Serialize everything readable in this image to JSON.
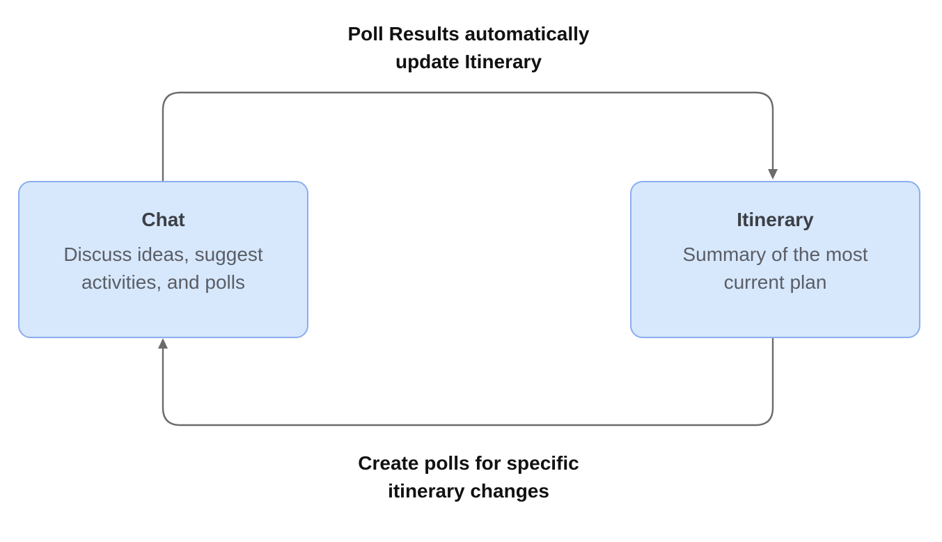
{
  "nodes": {
    "chat": {
      "title": "Chat",
      "description": "Discuss ideas, suggest activities, and polls"
    },
    "itinerary": {
      "title": "Itinerary",
      "description": "Summary of the most current plan"
    }
  },
  "edges": {
    "top": {
      "label": "Poll Results automatically update Itinerary"
    },
    "bottom": {
      "label": "Create polls for specific itinerary changes"
    }
  },
  "colors": {
    "node_fill": "#d7e8fc",
    "node_border": "#8aacf0",
    "connector": "#6b6b6b"
  }
}
